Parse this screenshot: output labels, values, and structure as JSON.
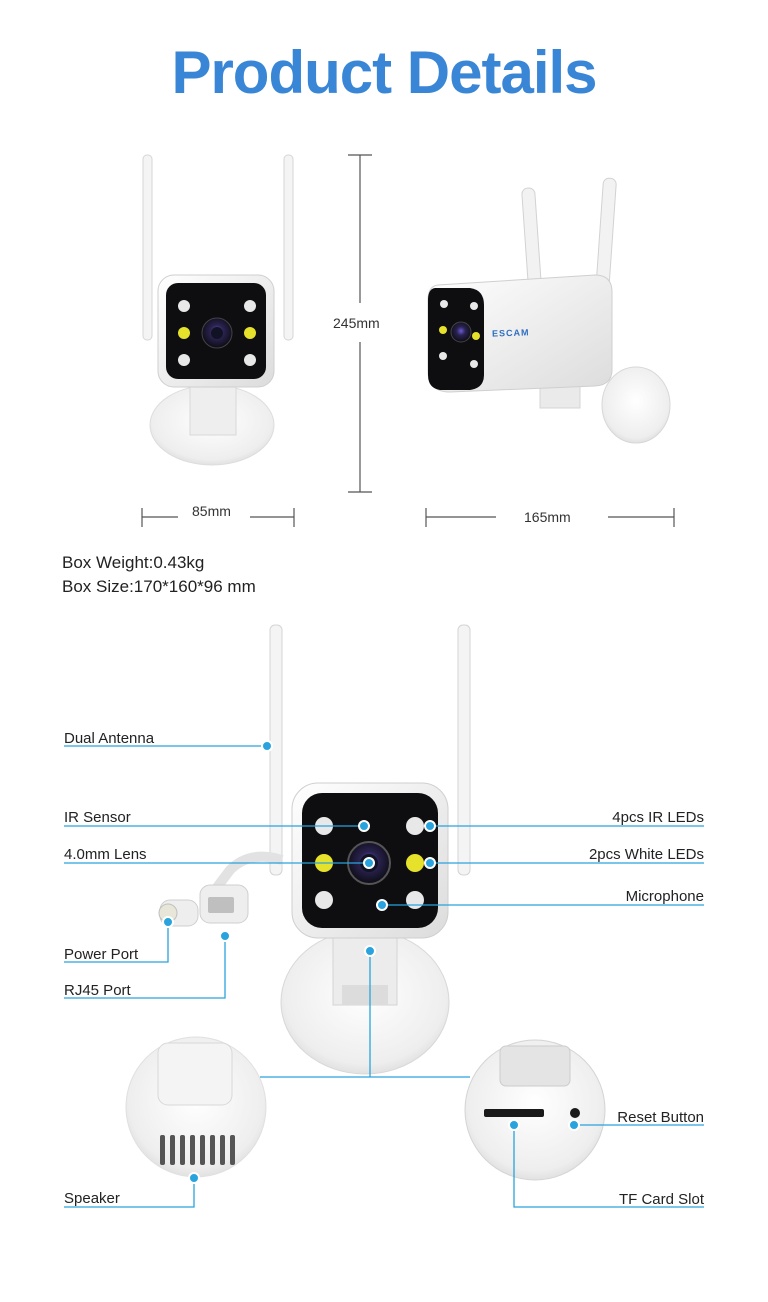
{
  "title": "Product Details",
  "dimensions": {
    "height": "245mm",
    "width": "85mm",
    "length": "165mm"
  },
  "box": {
    "weight": "Box Weight:0.43kg",
    "size": "Box Size:170*160*96 mm"
  },
  "brand": "ESCAM",
  "labels": {
    "dual_antenna": "Dual Antenna",
    "ir_sensor": "IR Sensor",
    "lens": "4.0mm Lens",
    "power_port": "Power Port",
    "rj45_port": "RJ45 Port",
    "speaker": "Speaker",
    "ir_leds": "4pcs IR LEDs",
    "white_leds": "2pcs White LEDs",
    "microphone": "Microphone",
    "reset_button": "Reset Button",
    "tf_card_slot": "TF Card Slot"
  },
  "colors": {
    "title": "#3a86d6",
    "callout": "#29a3dd",
    "led_white": "#e8e8e8",
    "led_yellow": "#e6e12a"
  }
}
